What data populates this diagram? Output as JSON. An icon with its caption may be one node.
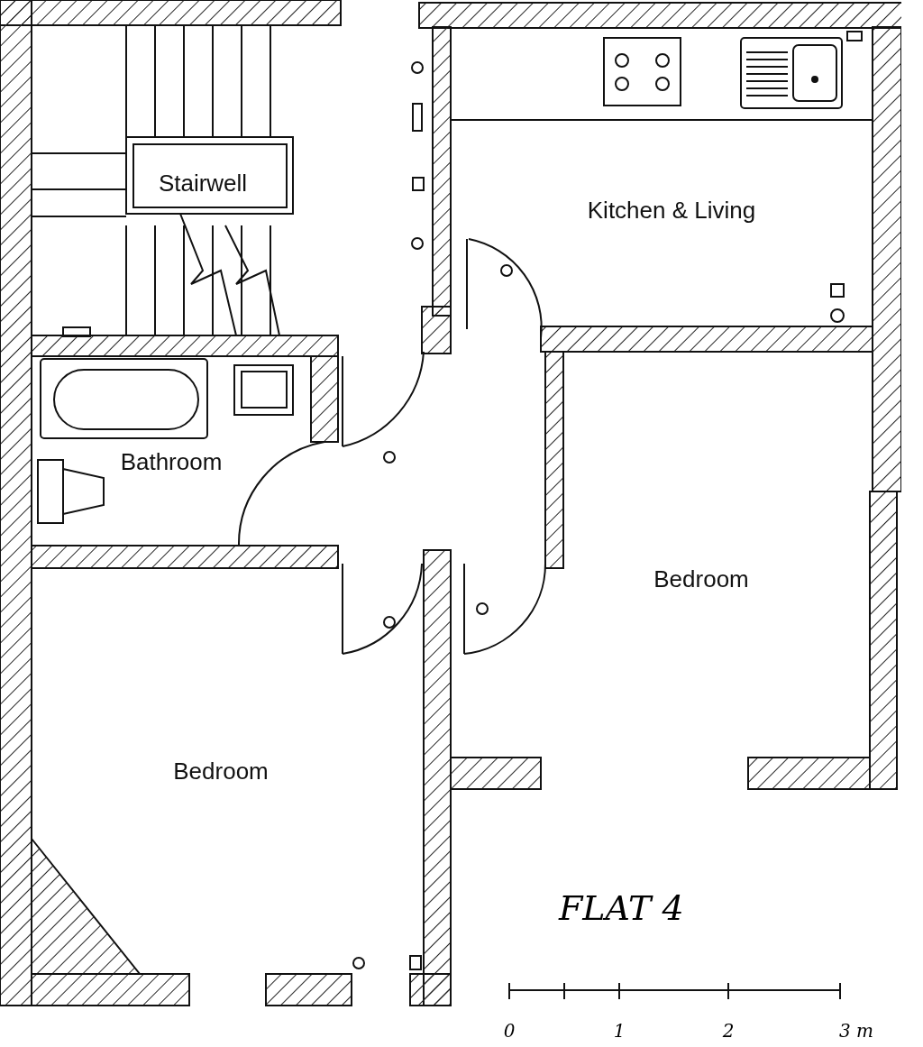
{
  "diagram": {
    "title": "FLAT 4",
    "labels": [
      "Stairwell",
      "Kitchen & Living",
      "Bathroom",
      "Bedroom",
      "Bedroom",
      "0",
      "1",
      "2",
      "3 m"
    ]
  }
}
